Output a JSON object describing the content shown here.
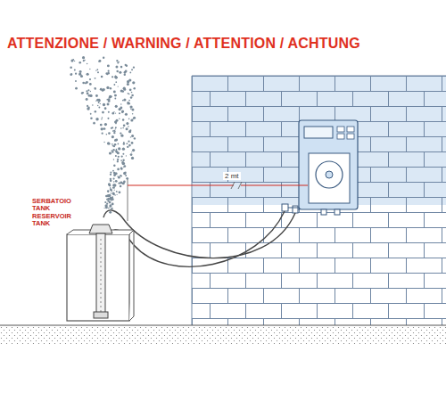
{
  "diagram": {
    "title": "ATTENZIONE / WARNING / ATTENTION / ACHTUNG",
    "nodes": [
      {
        "text": [
          "SERBATOIO TANK RESERVOIR TANK"
        ]
      }
    ],
    "labels": [
      "2 mt"
    ]
  }
}
